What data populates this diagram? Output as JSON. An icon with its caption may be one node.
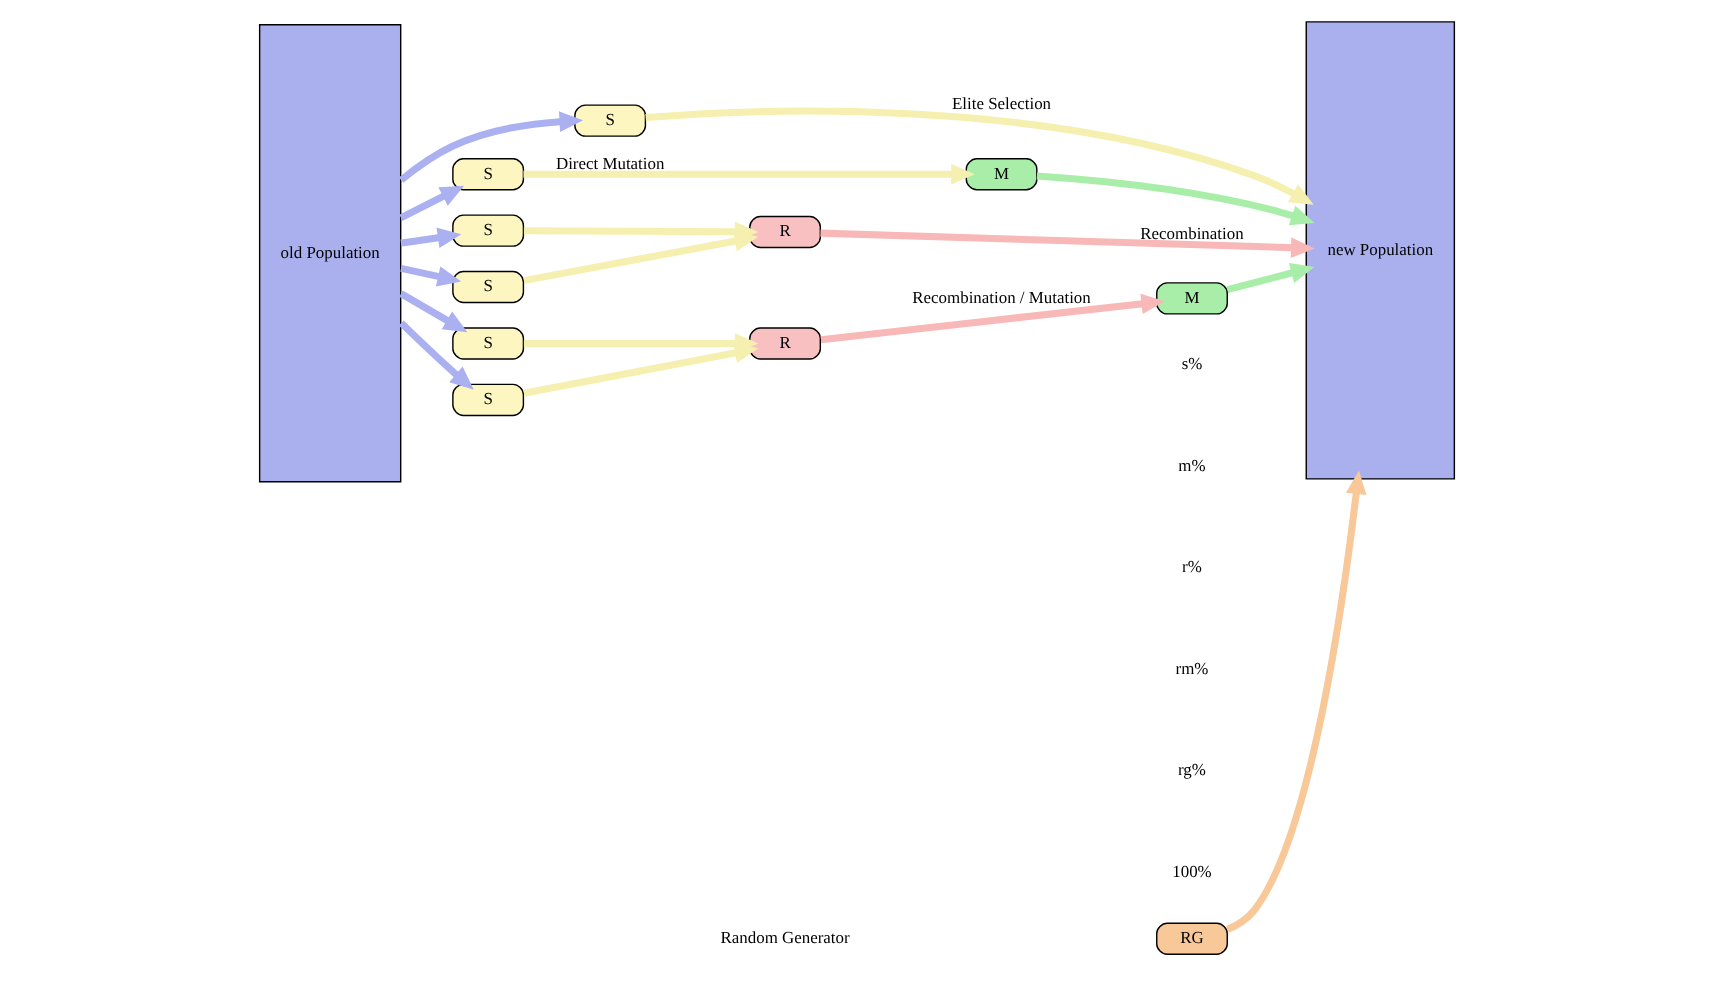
{
  "diagram": {
    "nodes": [
      {
        "text": [
          "old Population"
        ]
      },
      {
        "text": [
          "new Population"
        ]
      },
      {
        "text": [
          "S"
        ]
      },
      {
        "text": [
          "S"
        ]
      },
      {
        "text": [
          "M"
        ]
      },
      {
        "text": [
          "S"
        ]
      },
      {
        "text": [
          "S"
        ]
      },
      {
        "text": [
          "R"
        ]
      },
      {
        "text": [
          "S"
        ]
      },
      {
        "text": [
          "S"
        ]
      },
      {
        "text": [
          "R"
        ]
      },
      {
        "text": [
          "M"
        ]
      },
      {
        "text": [
          "RG"
        ]
      }
    ],
    "edges": [
      {
        "from": 0,
        "to": 2,
        "arrow": "to",
        "color": "#aab0f0"
      },
      {
        "from": 2,
        "to": 1,
        "arrow": "to",
        "label": "Elite Selection",
        "color": "#f5f0b0"
      },
      {
        "from": 0,
        "to": 3,
        "arrow": "to",
        "color": "#aab0f0"
      },
      {
        "from": 3,
        "to": 4,
        "arrow": "to",
        "label": "Direct Mutation",
        "color": "#f5f0b0"
      },
      {
        "from": 4,
        "to": 1,
        "arrow": "to",
        "color": "#a8eea8"
      },
      {
        "from": 0,
        "to": 5,
        "arrow": "to",
        "color": "#aab0f0"
      },
      {
        "from": 0,
        "to": 6,
        "arrow": "to",
        "color": "#aab0f0"
      },
      {
        "from": 5,
        "to": 7,
        "arrow": "to",
        "color": "#f5f0b0"
      },
      {
        "from": 6,
        "to": 7,
        "arrow": "to",
        "color": "#f5f0b0"
      },
      {
        "from": 7,
        "to": 1,
        "arrow": "to",
        "label": "Recombination",
        "color": "#f8b8b8"
      },
      {
        "from": 0,
        "to": 8,
        "arrow": "to",
        "color": "#aab0f0"
      },
      {
        "from": 0,
        "to": 9,
        "arrow": "to",
        "color": "#aab0f0"
      },
      {
        "from": 8,
        "to": 10,
        "arrow": "to",
        "color": "#f5f0b0"
      },
      {
        "from": 9,
        "to": 10,
        "arrow": "to",
        "color": "#f5f0b0"
      },
      {
        "from": 10,
        "to": 11,
        "arrow": "to",
        "label": "Recombination / Mutation",
        "color": "#f8b8b8"
      },
      {
        "from": 11,
        "to": 1,
        "arrow": "to",
        "color": "#a8eea8"
      },
      {
        "from": 12,
        "to": 1,
        "arrow": "to",
        "color": "#f8c898"
      }
    ],
    "labels": [
      "Random Generator",
      "s%",
      "m%",
      "r%",
      "rm%",
      "rg%",
      "100%"
    ]
  }
}
